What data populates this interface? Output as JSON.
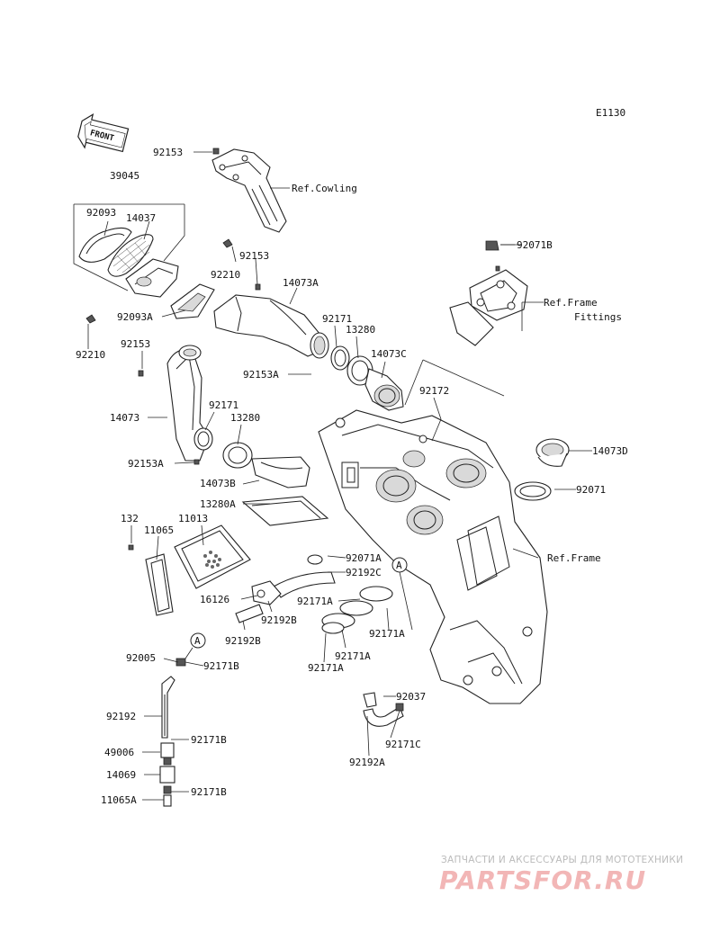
{
  "diagram_code": "E1130",
  "front_label": "FRONT",
  "labels": {
    "p92153_a": "92153",
    "p39045": "39045",
    "p92093": "92093",
    "p14037": "14037",
    "ref_cowling": "Ref.Cowling",
    "p92071B": "92071B",
    "p92153_b": "92153",
    "p92210_a": "92210",
    "p14073A": "14073A",
    "p92093A": "92093A",
    "ref_frame_fittings_1": "Ref.Frame",
    "ref_frame_fittings_2": "Fittings",
    "p92171_a": "92171",
    "p13280_a": "13280",
    "p92210_b": "92210",
    "p92153_c": "92153",
    "p14073C": "14073C",
    "p92153A_a": "92153A",
    "p92172": "92172",
    "p92171_b": "92171",
    "p13280_b": "13280",
    "p14073": "14073",
    "p14073D": "14073D",
    "p92153A_b": "92153A",
    "p14073B": "14073B",
    "p92071": "92071",
    "p13280A": "13280A",
    "p132": "132",
    "p11065": "11065",
    "p11013": "11013",
    "p92071A": "92071A",
    "ref_frame": "Ref.Frame",
    "p92192C": "92192C",
    "p16126": "16126",
    "p92171A_a": "92171A",
    "p92192B_a": "92192B",
    "p92171A_b": "92171A",
    "p92192B_b": "92192B",
    "p92171A_c": "92171A",
    "p92171A_d": "92171A",
    "p92005": "92005",
    "p92171B_a": "92171B",
    "callout_A_1": "A",
    "callout_A_2": "A",
    "p92037": "92037",
    "p92192": "92192",
    "p92171B_b": "92171B",
    "p92171C": "92171C",
    "p49006": "49006",
    "p92192A": "92192A",
    "p14069": "14069",
    "p92171B_c": "92171B",
    "p11065A": "11065A"
  },
  "watermark": {
    "tagline": "ЗАПЧАСТИ И АКСЕССУАРЫ ДЛЯ МОТОТЕХНИКИ",
    "logo": "PARTSFOR.RU"
  }
}
